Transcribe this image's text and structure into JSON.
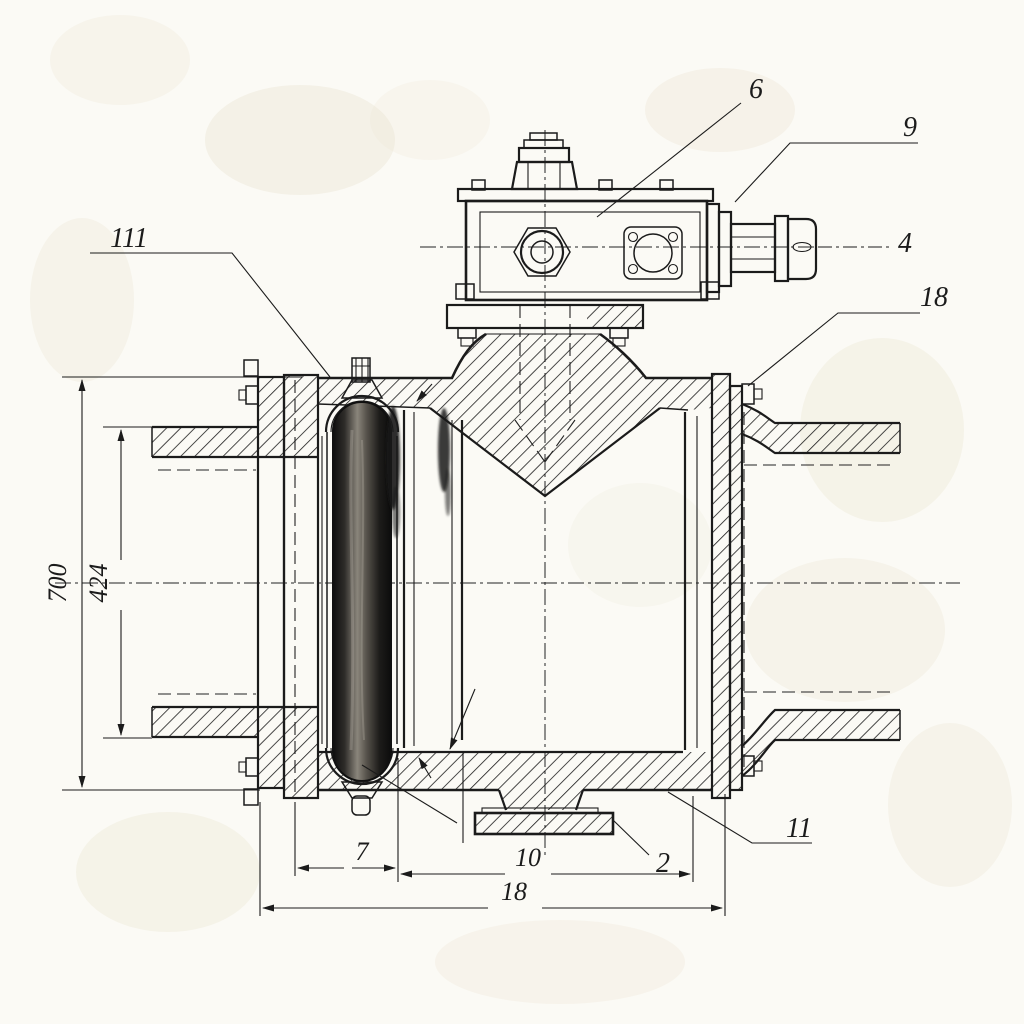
{
  "drawing": {
    "kind": "sectional technical drawing",
    "subject": "ball valve with gear actuator, longitudinal section",
    "paper_color": "#fbfaf5",
    "ink_color": "#1b1b1b",
    "seat_ring_color": "#141414"
  },
  "callouts": {
    "actuator": "6",
    "coupling": "9",
    "shaft_end": "4",
    "right_flange": "18",
    "seat_top": "111",
    "body_bottom": "11",
    "drain": "2"
  },
  "dims": {
    "height_outer": "700",
    "height_bore": "424",
    "width_seat": "7",
    "width_body": "10",
    "width_overall": "18"
  }
}
